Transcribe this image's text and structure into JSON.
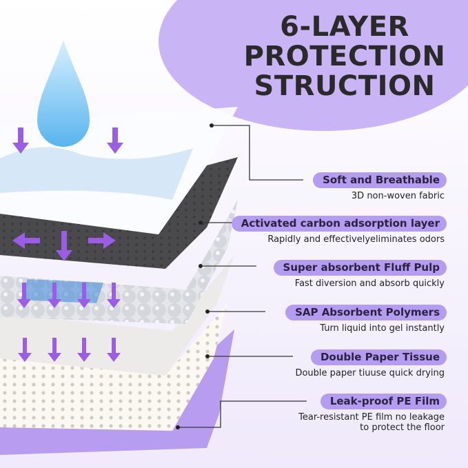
{
  "title": {
    "line1": "6-LAYER",
    "line2": "PROTECTION",
    "line3": "STRUCTION"
  },
  "layers": [
    {
      "name": "Soft and Breathable",
      "description": "3D non-woven fabric"
    },
    {
      "name": "Activated carbon adsorption layer",
      "description": "Rapidly and effectivelyeliminates odors"
    },
    {
      "name": "Super absorbent Fluff Pulp",
      "description": "Fast diversion and absorb quickly"
    },
    {
      "name": "SAP Absorbent Polymers",
      "description": "Turn liquid into gel instantly"
    },
    {
      "name": "Double Paper Tissue",
      "description": "Double paper tiuuse quick drying"
    },
    {
      "name": "Leak-proof PE Film",
      "description": "Tear-resistant PE film no leakage",
      "description2": "to protect the floor"
    }
  ],
  "colors": {
    "accent": "#b49cf0",
    "arrow": "#9b5de5",
    "carbon": "#4a4a4c",
    "text": "#2a2a2a"
  }
}
